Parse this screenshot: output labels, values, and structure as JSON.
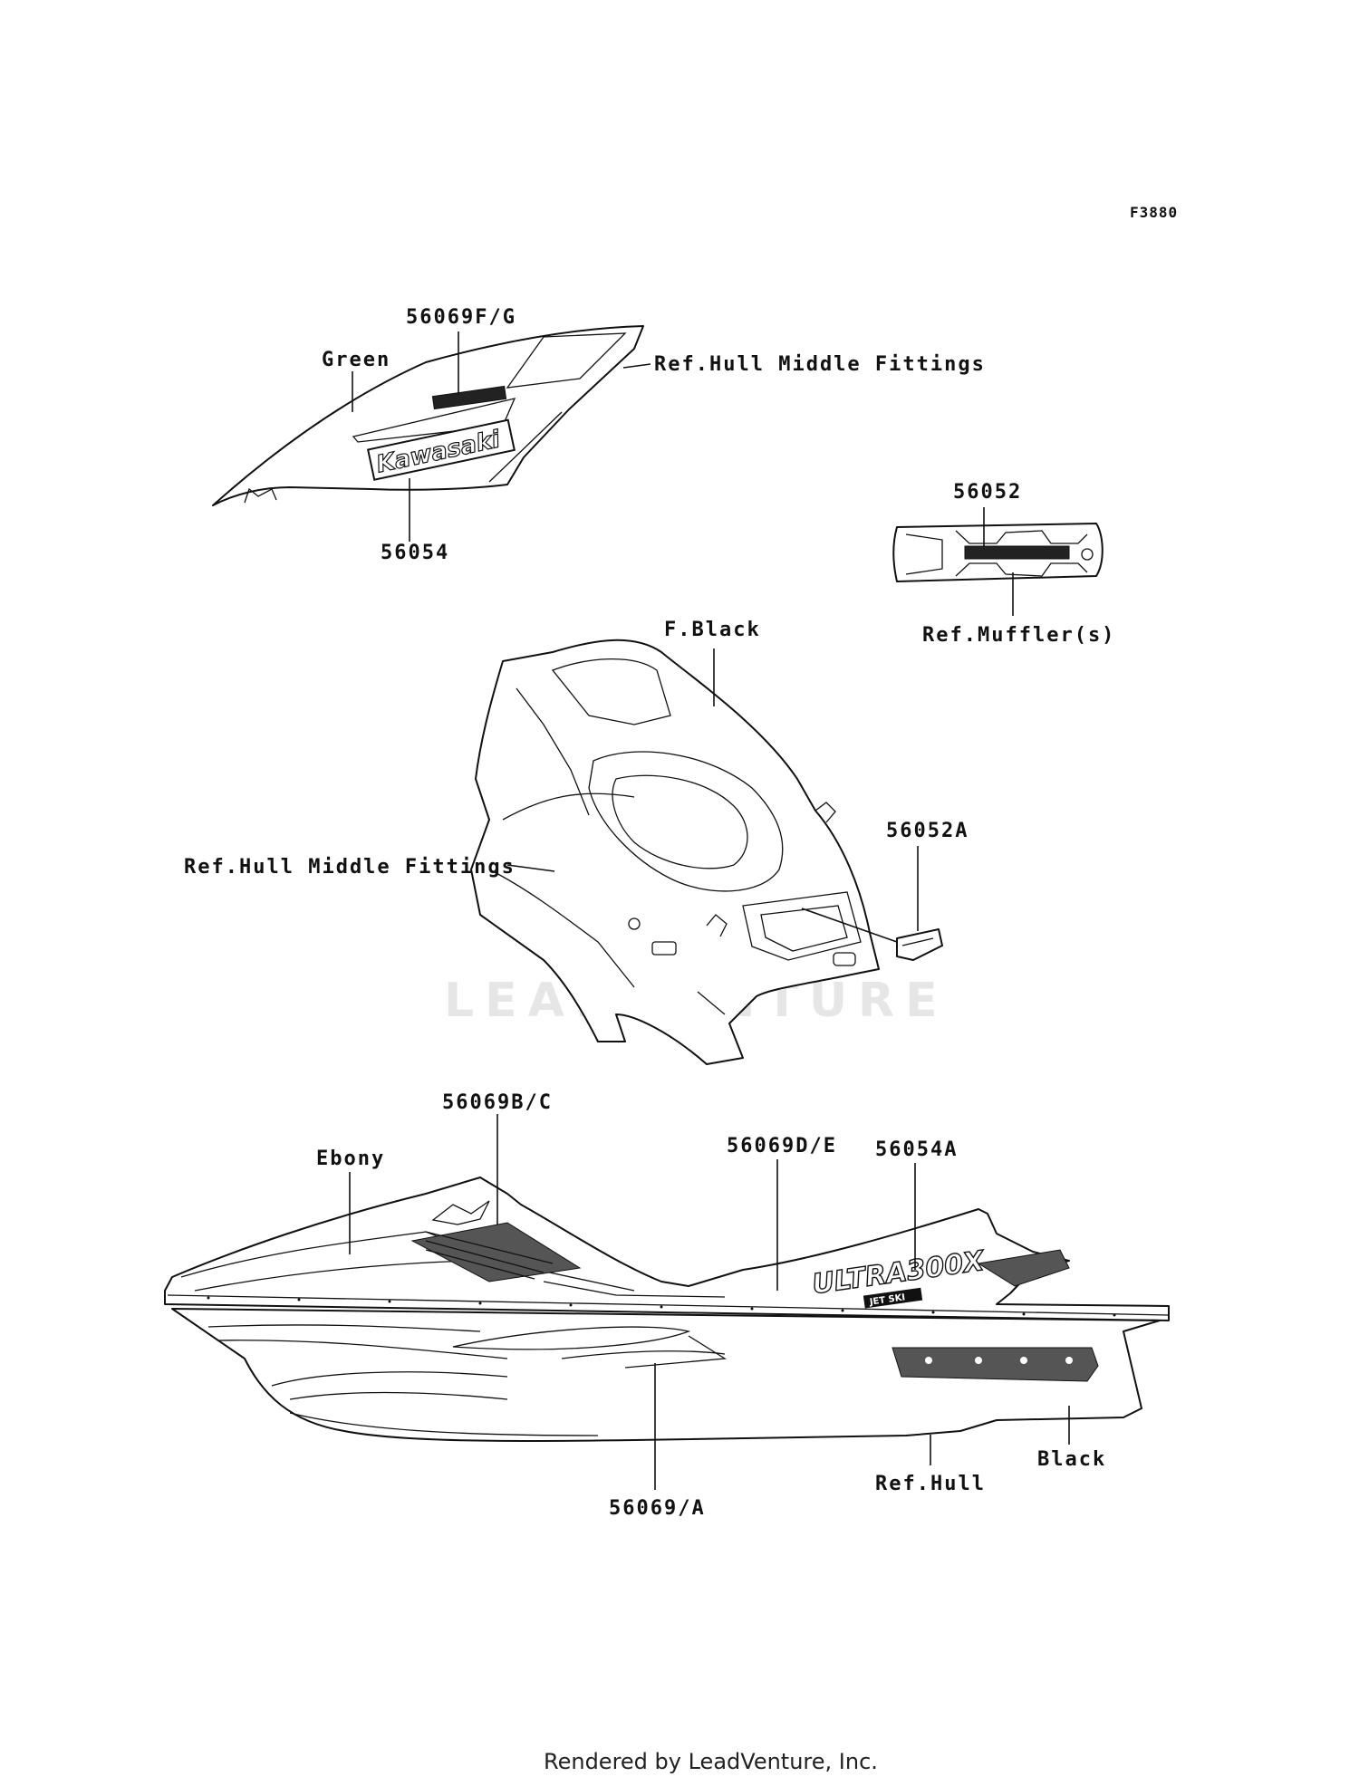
{
  "figure_code": "F3880",
  "watermark": "LEADVENTURE",
  "footer": "Rendered by LeadVenture, Inc.",
  "labels": {
    "p56069FG": "56069F/G",
    "green": "Green",
    "ref_hull_middle_top": "Ref.Hull Middle Fittings",
    "p56054": "56054",
    "p56052": "56052",
    "ref_muffler": "Ref.Muffler(s)",
    "f_black": "F.Black",
    "p56052A": "56052A",
    "ref_hull_middle_left": "Ref.Hull Middle Fittings",
    "p56069BC": "56069B/C",
    "ebony": "Ebony",
    "p56069DE": "56069D/E",
    "p56054A": "56054A",
    "black": "Black",
    "ref_hull": "Ref.Hull",
    "p56069A": "56069/A"
  },
  "decals": {
    "kawasaki": "Kawasaki",
    "ultra": "ULTRA300X",
    "jetski": "JET SKI"
  }
}
